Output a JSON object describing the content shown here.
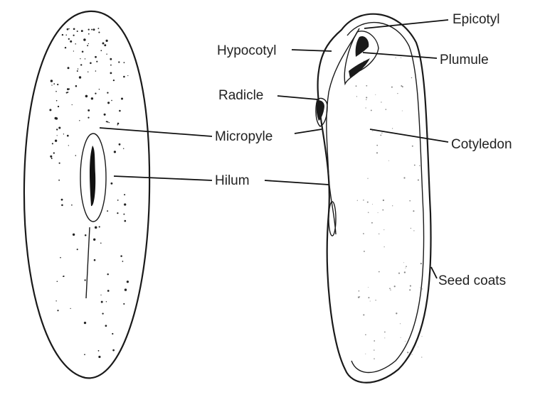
{
  "labels": {
    "epicotyl": "Epicotyl",
    "hypocotyl": "Hypocotyl",
    "plumule": "Plumule",
    "radicle": "Radicle",
    "micropyle": "Micropyle",
    "cotyledon": "Cotyledon",
    "hilum": "Hilum",
    "seed_coats": "Seed coats"
  },
  "colors": {
    "line": "#1a1a1a",
    "text": "#222222",
    "background": "#ffffff"
  }
}
